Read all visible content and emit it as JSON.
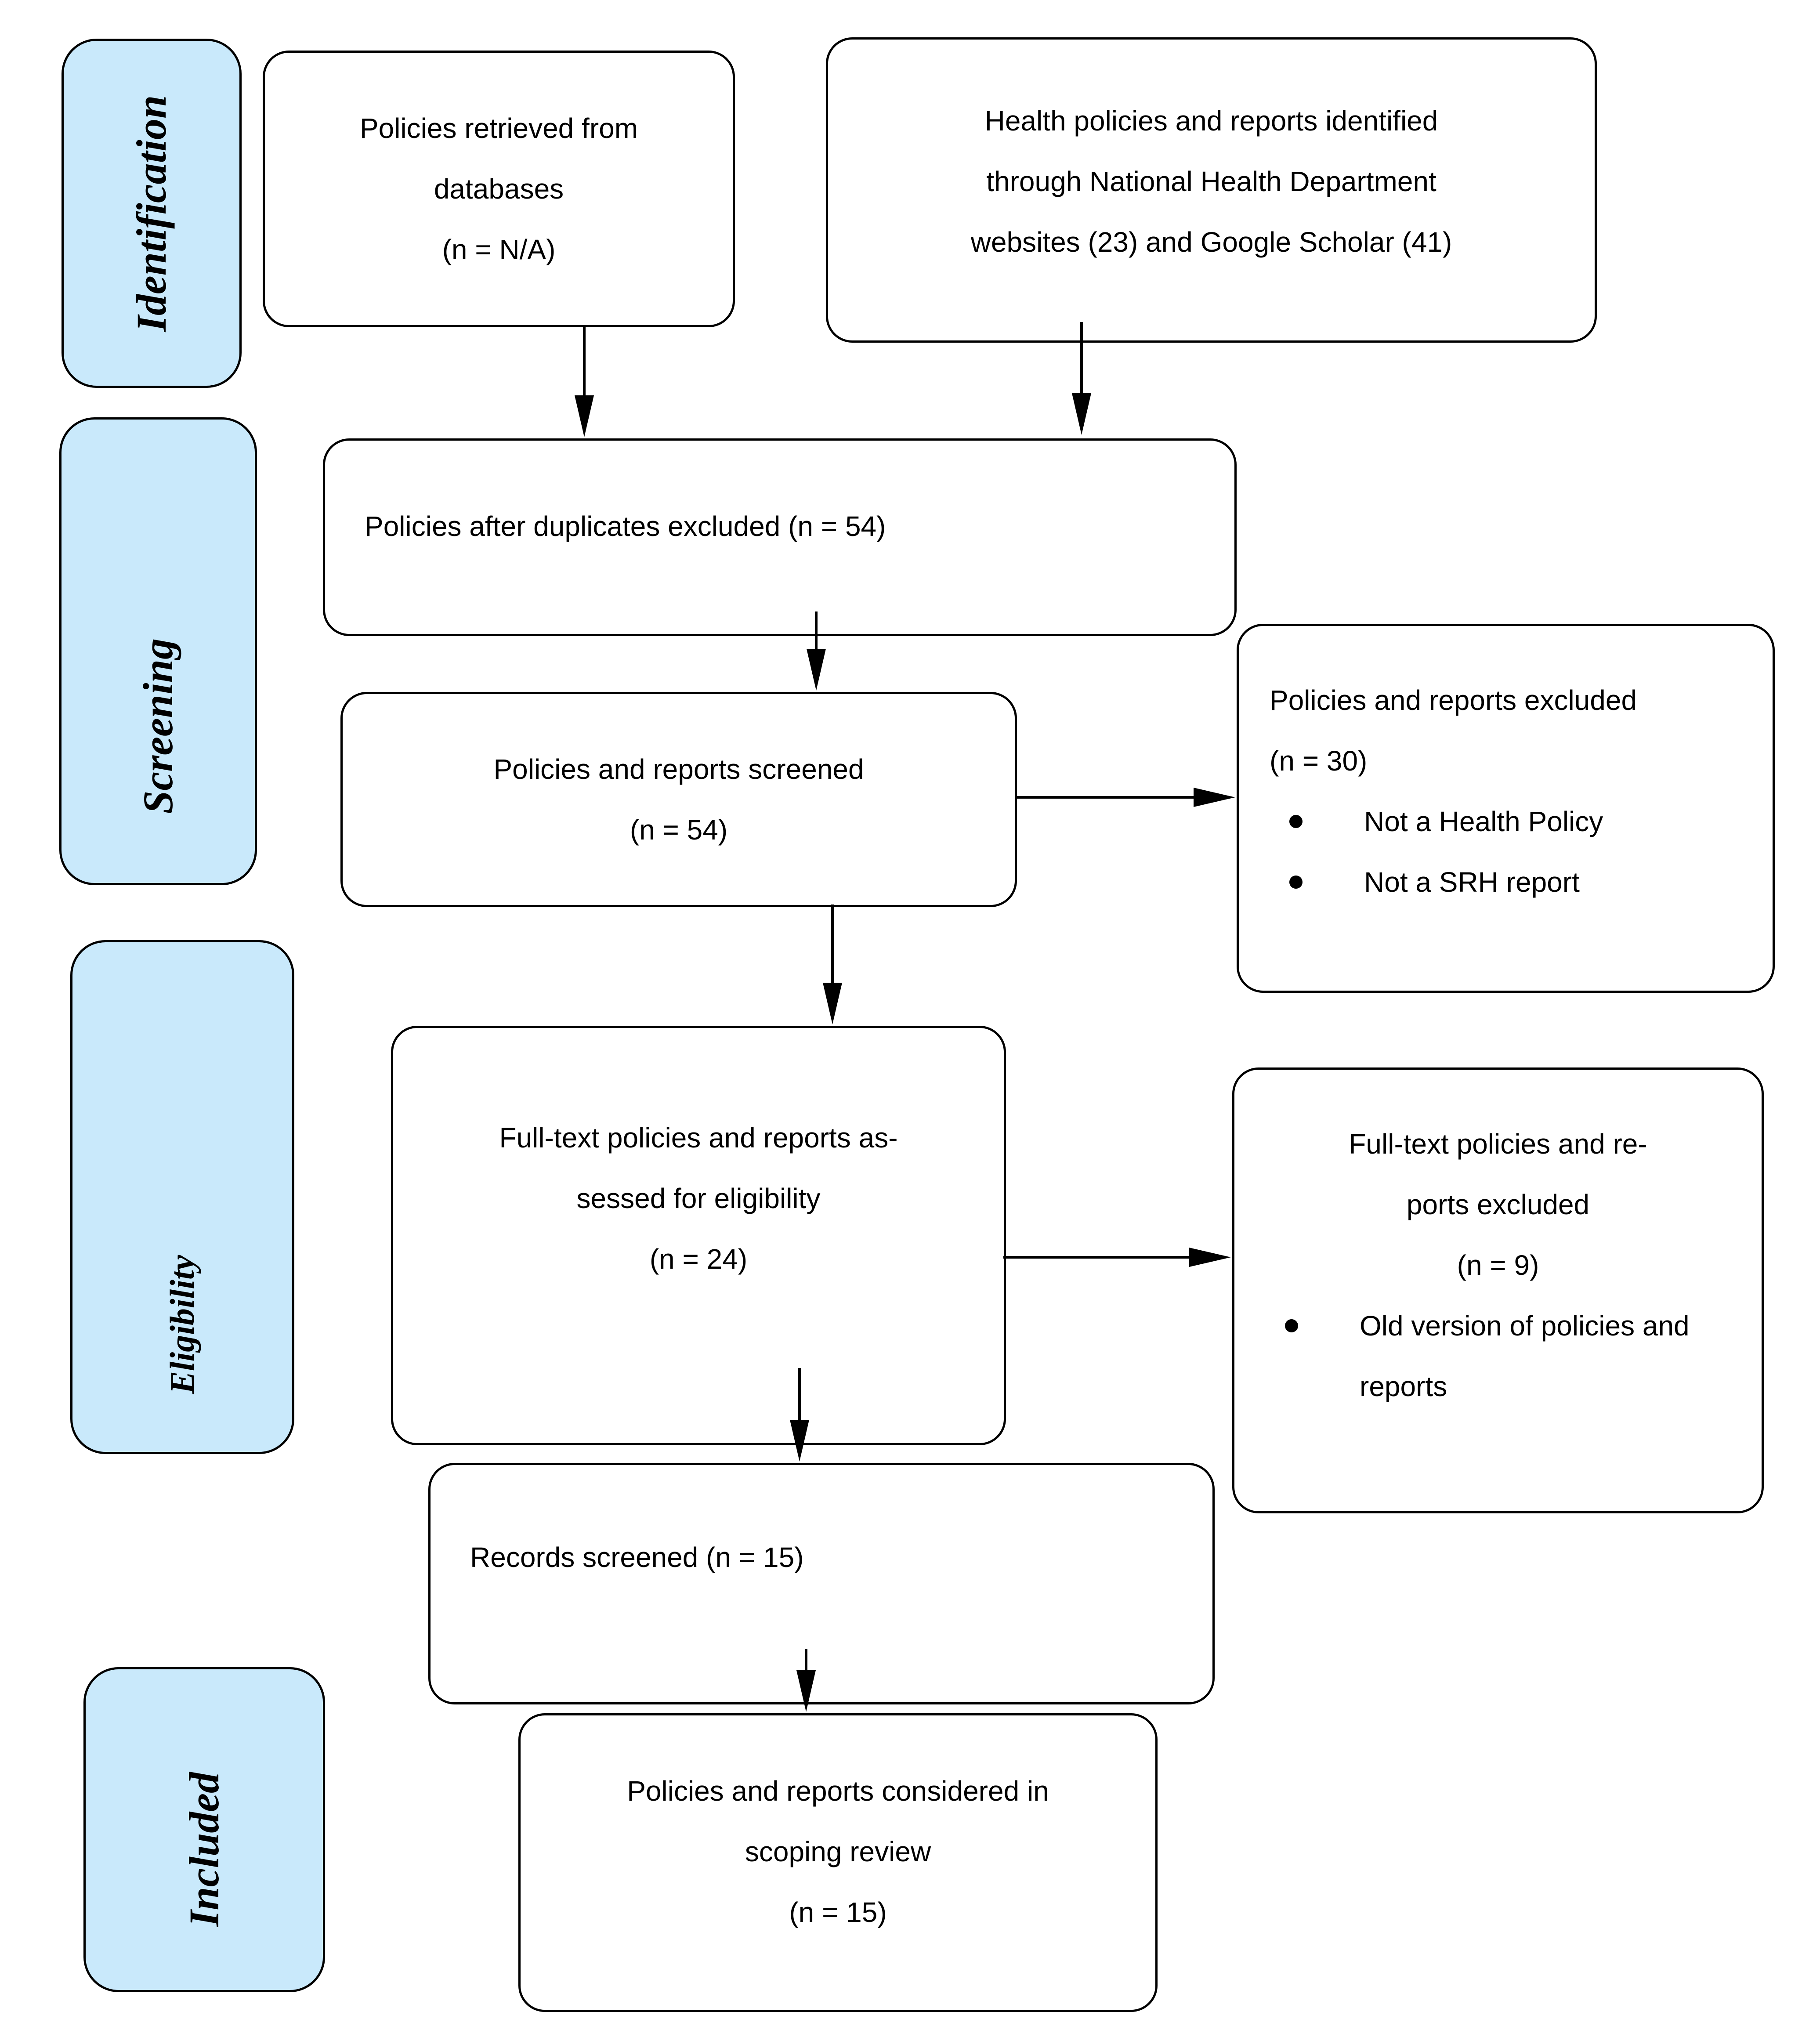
{
  "colors": {
    "stage_fill": "#C9E9FB",
    "border": "#000000",
    "canvas": "#FFFFFF"
  },
  "stages": [
    {
      "label": "Identification"
    },
    {
      "label": "Screening"
    },
    {
      "label": "Eligibility"
    },
    {
      "label": "Included"
    }
  ],
  "nodes": {
    "retrieved": {
      "lines": [
        "Policies retrieved from",
        "databases",
        "(n = N/A)"
      ]
    },
    "identified": {
      "lines": [
        "Health policies and reports identified",
        "through National Health Department",
        "websites (23) and Google Scholar (41)"
      ]
    },
    "after_duplicates": {
      "lines": [
        "Policies after duplicates excluded (n = 54)"
      ]
    },
    "screened": {
      "lines": [
        "Policies and reports screened",
        "(n = 54)"
      ]
    },
    "screened_excluded": {
      "lines": [
        "Policies and reports excluded",
        "(n = 30)"
      ],
      "bullets": [
        "Not a Health Policy",
        "Not a SRH report"
      ]
    },
    "fulltext_assessed": {
      "lines": [
        "Full-text policies and reports as-",
        "sessed for eligibility",
        "(n = 24)"
      ]
    },
    "fulltext_excluded": {
      "lines": [
        "Full-text policies and re-",
        "ports excluded",
        "(n = 9)"
      ],
      "bullets": [
        "Old version of policies and reports"
      ]
    },
    "records": {
      "lines": [
        "Records screened (n = 15)"
      ]
    },
    "considered": {
      "lines": [
        "Policies and reports considered in",
        "scoping review",
        "(n = 15)"
      ]
    }
  }
}
